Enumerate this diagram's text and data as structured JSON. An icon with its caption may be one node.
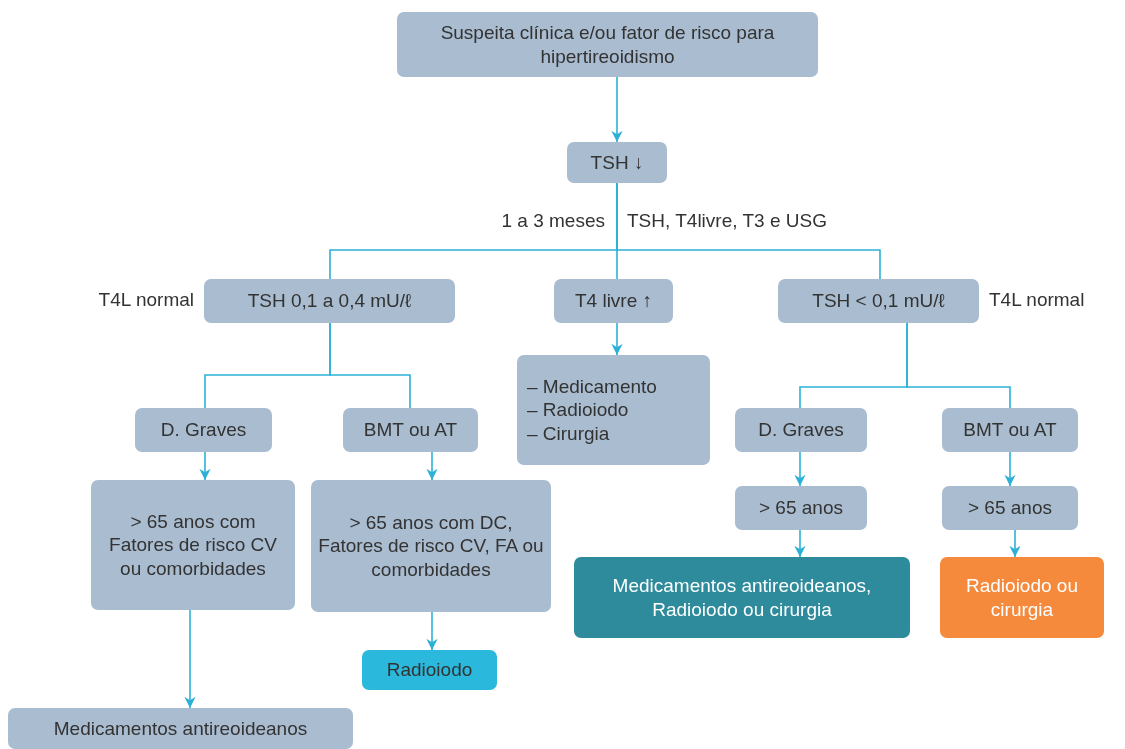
{
  "diagram": {
    "nodes": [
      {
        "text": [
          "Suspeita clínica e/ou fator de risco para hipertireoidismo"
        ]
      },
      {
        "text": [
          "TSH ↓"
        ]
      },
      {
        "text": [
          "TSH 0,1 a 0,4 mU/ℓ"
        ],
        "beside": [
          "T4L normal"
        ]
      },
      {
        "text": [
          "T4 livre ↑"
        ]
      },
      {
        "text": [
          "TSH < 0,1 mU/ℓ"
        ],
        "beside": [
          "T4L normal"
        ]
      },
      {
        "text": [
          "– Medicamento",
          "– Radioiodo",
          "– Cirurgia"
        ]
      },
      {
        "text": [
          "D. Graves"
        ]
      },
      {
        "text": [
          "BMT ou AT"
        ]
      },
      {
        "text": [
          "D. Graves"
        ]
      },
      {
        "text": [
          "BMT ou AT"
        ]
      },
      {
        "text": [
          "> 65 anos com Fatores de risco CV ou comorbidades"
        ]
      },
      {
        "text": [
          "> 65 anos com DC, Fatores de risco CV, FA ou comorbidades"
        ]
      },
      {
        "text": [
          "> 65 anos"
        ]
      },
      {
        "text": [
          "> 65 anos"
        ]
      },
      {
        "text": [
          "Medicamentos antireoideanos, Radioiodo ou cirurgia"
        ]
      },
      {
        "text": [
          "Radioiodo ou cirurgia"
        ]
      },
      {
        "text": [
          "Radioiodo"
        ]
      },
      {
        "text": [
          "Medicamentos antireoideanos"
        ]
      }
    ],
    "edges": [
      {
        "from": 0,
        "to": 1,
        "arrow": "to"
      },
      {
        "from": 1,
        "to": 2,
        "arrow": "none"
      },
      {
        "from": 1,
        "to": 3,
        "arrow": "none"
      },
      {
        "from": 1,
        "to": 4,
        "arrow": "none"
      },
      {
        "from": 2,
        "to": 6,
        "arrow": "none"
      },
      {
        "from": 2,
        "to": 7,
        "arrow": "none"
      },
      {
        "from": 3,
        "to": 5,
        "arrow": "to"
      },
      {
        "from": 4,
        "to": 8,
        "arrow": "none"
      },
      {
        "from": 4,
        "to": 9,
        "arrow": "none"
      },
      {
        "from": 6,
        "to": 10,
        "arrow": "to"
      },
      {
        "from": 7,
        "to": 11,
        "arrow": "to"
      },
      {
        "from": 8,
        "to": 12,
        "arrow": "to"
      },
      {
        "from": 9,
        "to": 13,
        "arrow": "to"
      },
      {
        "from": 10,
        "to": 17,
        "arrow": "to"
      },
      {
        "from": 11,
        "to": 16,
        "arrow": "to"
      },
      {
        "from": 12,
        "to": 14,
        "arrow": "to"
      },
      {
        "from": 13,
        "to": 15,
        "arrow": "to"
      }
    ],
    "labels": [
      "1 a 3 meses",
      "TSH, T4livre, T3 e USG"
    ]
  }
}
